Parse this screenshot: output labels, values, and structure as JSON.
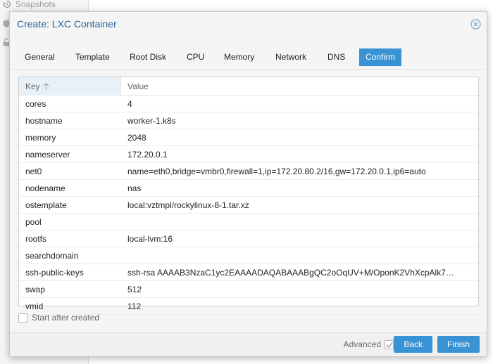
{
  "background": {
    "sidebar_item": "Snapshots"
  },
  "dialog": {
    "title": "Create: LXC Container",
    "tabs": [
      {
        "label": "General"
      },
      {
        "label": "Template"
      },
      {
        "label": "Root Disk"
      },
      {
        "label": "CPU"
      },
      {
        "label": "Memory"
      },
      {
        "label": "Network"
      },
      {
        "label": "DNS"
      },
      {
        "label": "Confirm"
      }
    ],
    "active_tab": "Confirm",
    "grid": {
      "headers": {
        "key": "Key",
        "value": "Value"
      },
      "sort": "ascending",
      "rows": [
        {
          "key": "cores",
          "value": "4"
        },
        {
          "key": "hostname",
          "value": "worker-1.k8s"
        },
        {
          "key": "memory",
          "value": "2048"
        },
        {
          "key": "nameserver",
          "value": "172.20.0.1"
        },
        {
          "key": "net0",
          "value": "name=eth0,bridge=vmbr0,firewall=1,ip=172.20.80.2/16,gw=172.20.0.1,ip6=auto"
        },
        {
          "key": "nodename",
          "value": "nas"
        },
        {
          "key": "ostemplate",
          "value": "local:vztmpl/rockylinux-8-1.tar.xz"
        },
        {
          "key": "pool",
          "value": ""
        },
        {
          "key": "rootfs",
          "value": "local-lvm:16"
        },
        {
          "key": "searchdomain",
          "value": ""
        },
        {
          "key": "ssh-public-keys",
          "value": "ssh-rsa AAAAB3NzaC1yc2EAAAADAQABAAABgQC2oOqUV+M/OponK2VhXcpAlk7…"
        },
        {
          "key": "swap",
          "value": "512"
        },
        {
          "key": "vmid",
          "value": "112"
        }
      ]
    },
    "start_after_created": {
      "label": "Start after created",
      "checked": false
    },
    "footer": {
      "advanced_label": "Advanced",
      "advanced_checked": true,
      "back_label": "Back",
      "finish_label": "Finish"
    }
  },
  "colors": {
    "accent": "#3892d4",
    "title": "#2a6496",
    "header_sorted_bg": "#e8f0f8"
  }
}
